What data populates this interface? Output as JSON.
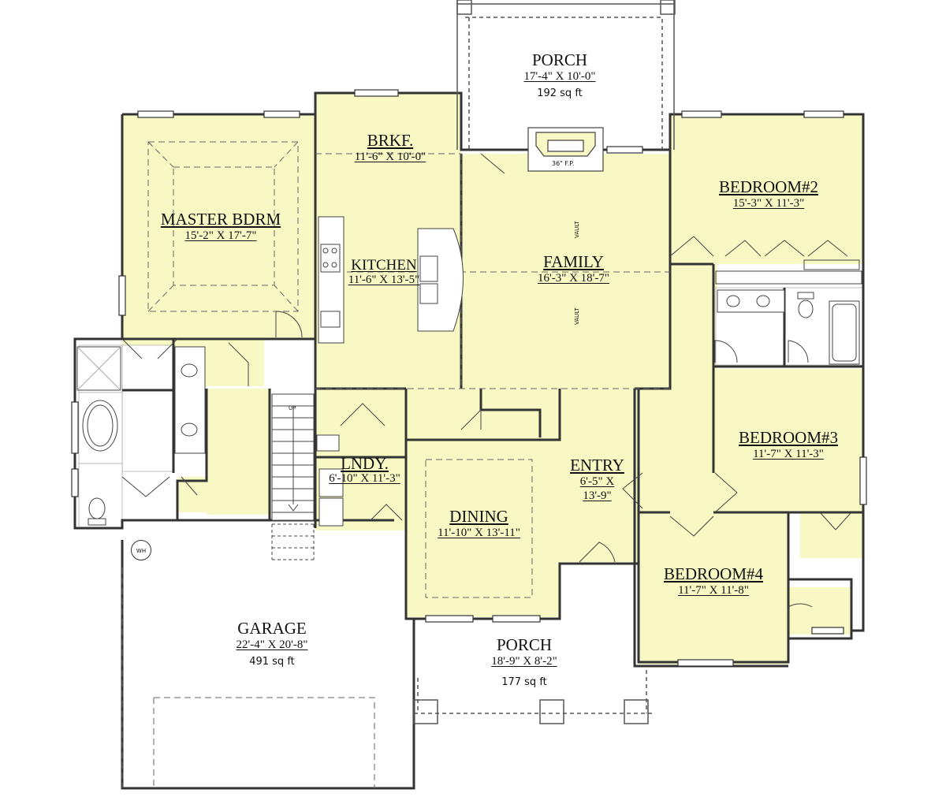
{
  "plan": {
    "fill_color": "#f8f8c4",
    "wall_color": "#333333",
    "outdoor_color": "#ffffff",
    "rooms": [
      {
        "id": "porch-rear",
        "name": "PORCH",
        "dims": "17'-4\" X 10'-0\"",
        "area": "192 sq ft"
      },
      {
        "id": "brkf",
        "name": "BRKF.",
        "dims": "11'-6\" X 10'-0\""
      },
      {
        "id": "master-bdrm",
        "name": "MASTER BDRM",
        "dims": "15'-2\" X 17'-7\""
      },
      {
        "id": "kitchen",
        "name": "KITCHEN",
        "dims": "11'-6\" X 13'-5\""
      },
      {
        "id": "family",
        "name": "FAMILY",
        "dims": "16'-3\" X 18'-7\""
      },
      {
        "id": "bedroom-2",
        "name": "BEDROOM#2",
        "dims": "15'-3\" X 11'-3\""
      },
      {
        "id": "bedroom-3",
        "name": "BEDROOM#3",
        "dims": "11'-7\" X 11'-3\""
      },
      {
        "id": "lndy",
        "name": "LNDY.",
        "dims": "6'-10\" X 11'-3\""
      },
      {
        "id": "entry",
        "name": "ENTRY",
        "dims": "6'-5\" X",
        "dims2": "13'-9\""
      },
      {
        "id": "dining",
        "name": "DINING",
        "dims": "11'-10\" X 13'-11\""
      },
      {
        "id": "bedroom-4",
        "name": "BEDROOM#4",
        "dims": "11'-7\" X 11'-8\""
      },
      {
        "id": "garage",
        "name": "GARAGE",
        "dims": "22'-4\" X 20'-8\"",
        "area": "491 sq ft"
      },
      {
        "id": "porch-front",
        "name": "PORCH",
        "dims": "18'-9\" X 8'-2\"",
        "area": "177 sq ft"
      }
    ],
    "notes": {
      "fireplace": "36\" F.P.",
      "vault": "VAULT",
      "stairs_up": "UP",
      "water_heater": "WH"
    }
  }
}
